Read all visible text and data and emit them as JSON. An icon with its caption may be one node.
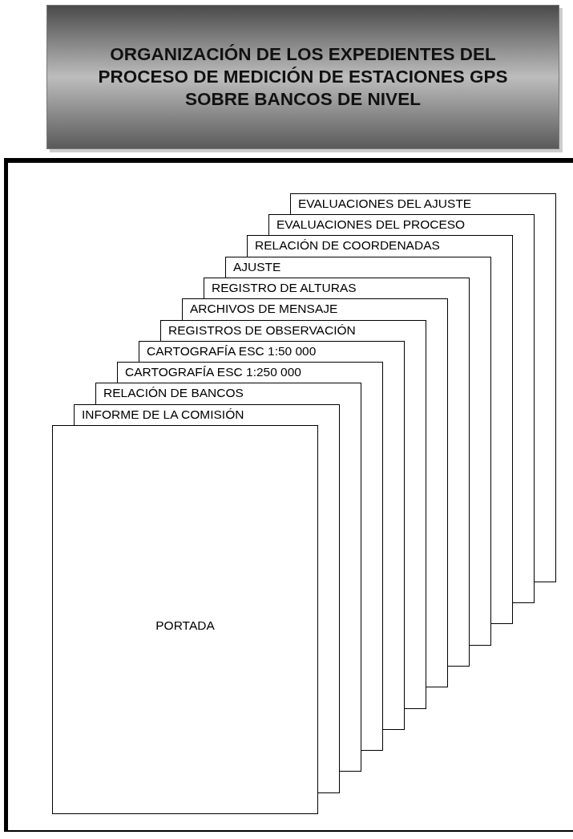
{
  "diagram": {
    "title": "ORGANIZACIÓN DE LOS EXPEDIENTES DEL PROCESO DE MEDICIÓN DE ESTACIONES GPS SOBRE BANCOS DE NIVEL",
    "nodes": [
      {
        "text": [
          "EVALUACIONES DEL AJUSTE"
        ]
      },
      {
        "text": [
          "EVALUACIONES DEL PROCESO"
        ]
      },
      {
        "text": [
          "RELACIÓN DE COORDENADAS"
        ]
      },
      {
        "text": [
          "AJUSTE"
        ]
      },
      {
        "text": [
          "REGISTRO DE ALTURAS"
        ]
      },
      {
        "text": [
          "ARCHIVOS DE MENSAJE"
        ]
      },
      {
        "text": [
          "REGISTROS DE OBSERVACIÓN"
        ]
      },
      {
        "text": [
          "CARTOGRAFÍA ESC 1:50 000"
        ]
      },
      {
        "text": [
          "CARTOGRAFÍA ESC 1:250 000"
        ]
      },
      {
        "text": [
          "RELACIÓN DE BANCOS"
        ]
      },
      {
        "text": [
          "INFORME DE LA COMISIÓN"
        ]
      },
      {
        "text": [
          "PORTADA"
        ]
      }
    ],
    "edges": []
  }
}
